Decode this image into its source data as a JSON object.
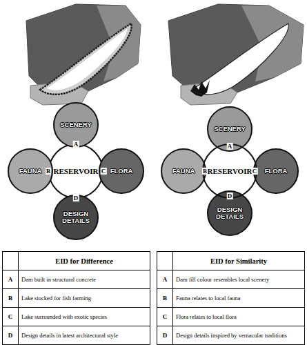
{
  "diagram": {
    "nodes": [
      {
        "text": [
          "RESERVOIR"
        ]
      },
      {
        "text": [
          "SCENERY"
        ]
      },
      {
        "text": [
          "FAUNA"
        ]
      },
      {
        "text": [
          "FLORA"
        ]
      },
      {
        "text": [
          "DESIGN DETAILS"
        ]
      },
      {
        "text": [
          "RESERVOIR"
        ]
      },
      {
        "text": [
          "SCENERY"
        ]
      },
      {
        "text": [
          "FAUNA"
        ]
      },
      {
        "text": [
          "FLORA"
        ]
      },
      {
        "text": [
          "DESIGN DETAILS"
        ]
      }
    ],
    "labels": [
      "A",
      "B",
      "C",
      "D",
      "A",
      "B",
      "C",
      "D",
      "EID for Difference",
      "A",
      "Dam built in structural concrete",
      "B",
      "Lake stocked for fish farming",
      "C",
      "Lake surrounded with exotic species",
      "D",
      "Design details in latest architectural style",
      "EID for Similarity",
      "A",
      "Dam fill colour resembles local scenery",
      "B",
      "Fauna relates to local fauna",
      "C",
      "Flora relates to local flora",
      "D",
      "Design details inspired by vernacular traditions"
    ]
  }
}
